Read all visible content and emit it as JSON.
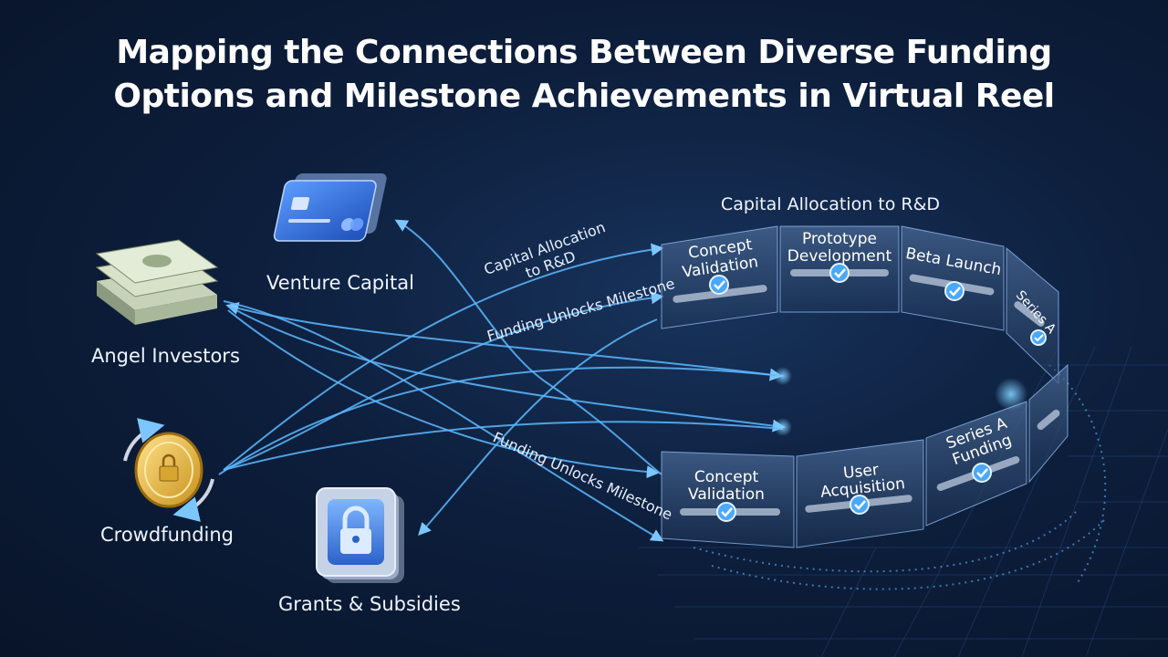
{
  "title": {
    "line1": "Mapping the Connections Between Diverse Funding",
    "line2": "Options and Milestone Achievements in Virtual Reel"
  },
  "sources": {
    "venture_capital": "Venture Capital",
    "angel_investors": "Angel Investors",
    "crowdfunding": "Crowdfunding",
    "grants": "Grants & Subsidies"
  },
  "flows": {
    "capital_allocation_curve_1": "Capital Allocation",
    "capital_allocation_curve_2": "to R&D",
    "funding_unlocks_upper": "Funding Unlocks Milestone",
    "funding_unlocks_lower": "Funding Unlocks Milestone"
  },
  "reel": {
    "header": "Capital Allocation to R&D",
    "upper": [
      {
        "line1": "Concept",
        "line2": "Validation"
      },
      {
        "line1": "Prototype",
        "line2": "Development"
      },
      {
        "line1": "Beta Launch",
        "line2": ""
      },
      {
        "line1": "Series A",
        "line2": ""
      }
    ],
    "lower": [
      {
        "line1": "Concept",
        "line2": "Validation"
      },
      {
        "line1": "User",
        "line2": "Acquisition"
      },
      {
        "line1": "Series A",
        "line2": "Funding"
      }
    ]
  },
  "colors": {
    "accent": "#4aa8ff",
    "flow_line": "#5cb8ff",
    "background": "#0d1f3d"
  }
}
